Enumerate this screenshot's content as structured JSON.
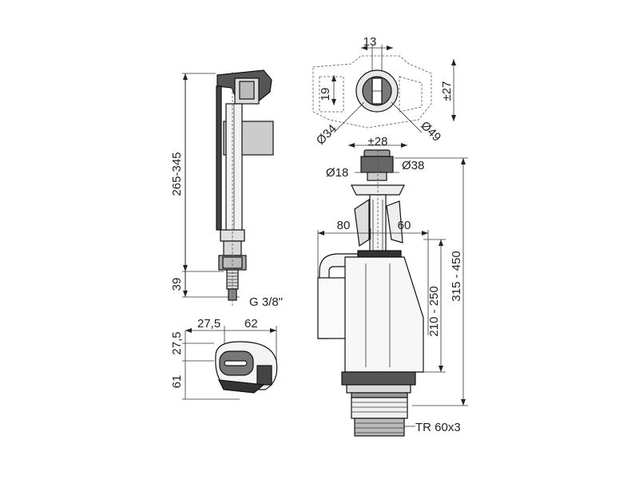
{
  "labels": {
    "inlet_height": "265-345",
    "thread_len": "39",
    "thread": "G 3/8\"",
    "top_w1": "27,5",
    "top_w2": "62",
    "top_h1": "27,5",
    "top_h2": "61",
    "btn_w": "13",
    "btn_h": "19",
    "btn_adj": "±27",
    "btn_spacing": "±28",
    "btn_d34": "Ø34",
    "btn_d49": "Ø49",
    "d18": "Ø18",
    "d38": "Ø38",
    "w80": "80",
    "w60": "60",
    "h210": "210 - 250",
    "h315": "315 - 450",
    "tr": "TR 60x3"
  },
  "colors": {
    "stroke": "#222222",
    "metal": "#9a9a9a",
    "dark": "#333333",
    "light_fill": "#e8e8e8"
  }
}
